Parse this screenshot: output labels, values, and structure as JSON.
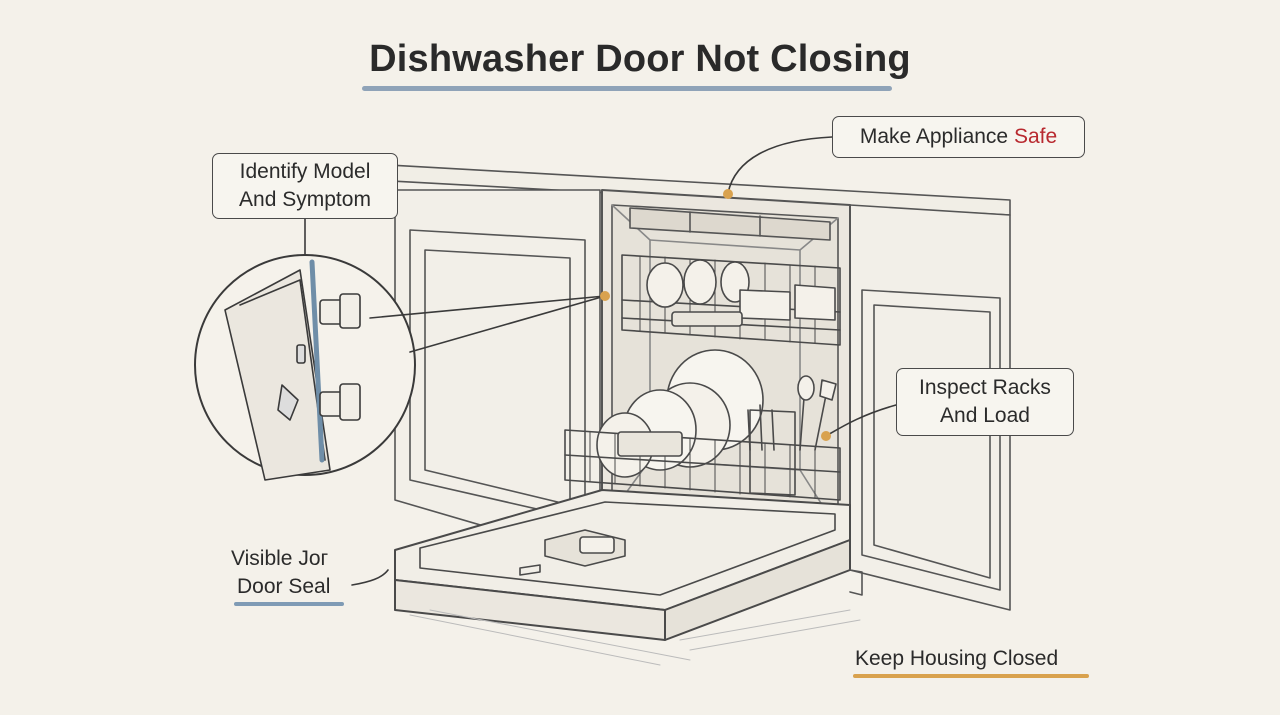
{
  "title": "Dishwasher Door Not Closing",
  "callouts": {
    "make_safe": {
      "prefix": "Make Appliance",
      "highlight": "Safe"
    },
    "identify": {
      "line1": "Identify Model",
      "line2": "And Symptom"
    },
    "inspect": {
      "line1": "Inspect Racks",
      "line2": "And Load"
    }
  },
  "labels": {
    "visible_joint": "Visible Joг",
    "door_seal": "Door Seal",
    "keep_housing": "Keep Housing Closed"
  },
  "colors": {
    "background": "#f4f1ea",
    "ink": "#3a3a3a",
    "title_underline": "#8fa3b8",
    "highlight_red": "#b8292f",
    "marker_orange": "#d9a24e",
    "door_seal_underline": "#7f9bb5",
    "keep_housing_underline": "#d9a24e"
  }
}
